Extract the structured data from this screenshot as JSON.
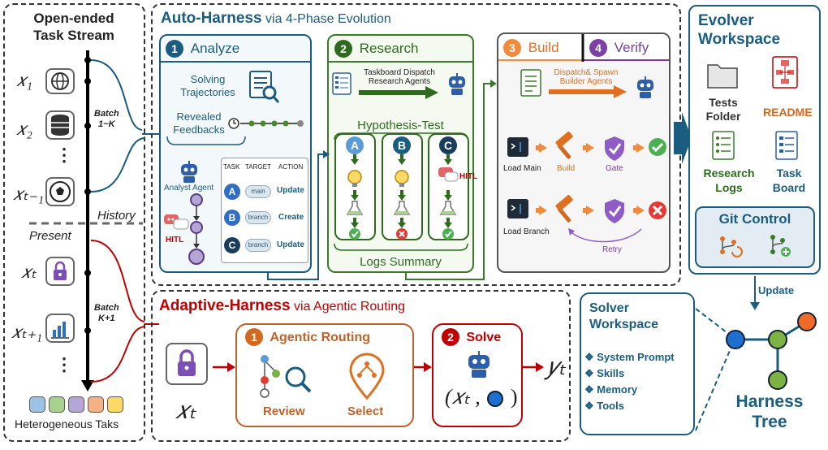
{
  "stream": {
    "title_line1": "Open-ended",
    "title_line2": "Task Stream",
    "x1": "𝑥₁",
    "x2": "𝑥₂",
    "xt1": "𝑥ₜ₋₁",
    "xt": "𝑥ₜ",
    "xtp1": "𝑥ₜ₊₁",
    "batch1_line1": "Batch",
    "batch1_line2": "1~K",
    "batch2_line1": "Batch",
    "batch2_line2": "K+1",
    "history": "History",
    "present": "Present",
    "dots": "⋮",
    "footer": "Heterogeneous Taks",
    "task_colors": [
      "#9cc3e6",
      "#a9d18e",
      "#b4a7d6",
      "#f4b183",
      "#ffd966"
    ]
  },
  "auto": {
    "title_bold": "Auto-Harness",
    "title_rest": " via 4-Phase Evolution",
    "analyze": {
      "num": "1",
      "label": "Analyze",
      "solving_line1": "Solving",
      "solving_line2": "Trajectories",
      "revealed_line1": "Revealed",
      "revealed_line2": "Feedbacks",
      "agent": "Analyst Agent",
      "hitl": "HITL",
      "table_headers": [
        "TASK",
        "TARGET",
        "ACTION"
      ],
      "rows": [
        {
          "task": "A",
          "target": "main",
          "action": "Update"
        },
        {
          "task": "B",
          "target": "branch",
          "action": "Create"
        },
        {
          "task": "C",
          "target": "branch",
          "action": "Update"
        }
      ]
    },
    "research": {
      "num": "2",
      "label": "Research",
      "dispatch_line1": "Taskboard Dispatch",
      "dispatch_line2": "Research Agents",
      "hypothesis": "Hypothesis-Test",
      "cols": [
        "A",
        "B",
        "C"
      ],
      "hitl": "HITL",
      "logs": "Logs Summary"
    },
    "build": {
      "num": "3",
      "label": "Build",
      "verify_num": "4",
      "verify_label": "Verify",
      "dispatch_line1": "Dispatch& Spawn",
      "dispatch_line2": "Builder Agents",
      "load_main": "Load Main",
      "build_lbl": "Build",
      "gate_lbl": "Gate",
      "load_branch": "Load Branch",
      "retry": "Retry"
    }
  },
  "evolver": {
    "title_line1": "Evolver",
    "title_line2": "Workspace",
    "tests_line1": "Tests",
    "tests_line2": "Folder",
    "readme": "README",
    "logs_line1": "Research",
    "logs_line2": "Logs",
    "board_line1": "Task",
    "board_line2": "Board",
    "git": "Git Control",
    "update": "Update"
  },
  "adaptive": {
    "title_bold": "Adaptive-Harness",
    "title_rest": " via Agentic Routing",
    "xt": "𝑥ₜ",
    "routing_num": "1",
    "routing_label": "Agentic Routing",
    "review": "Review",
    "select": "Select",
    "solve_num": "2",
    "solve_label": "Solve",
    "pair": "(𝑥ₜ ,",
    "pair_close": ")",
    "yt": "𝑦ₜ"
  },
  "solver": {
    "title_line1": "Solver",
    "title_line2": "Workspace",
    "items": [
      "❖ System Prompt",
      "❖ Skills",
      "❖ Memory",
      "❖ Tools"
    ]
  },
  "tree": {
    "title_line1": "Harness",
    "title_line2": "Tree",
    "node_colors": [
      "#1f6fd1",
      "#7cb342",
      "#f06a2a",
      "#7cb342"
    ]
  }
}
